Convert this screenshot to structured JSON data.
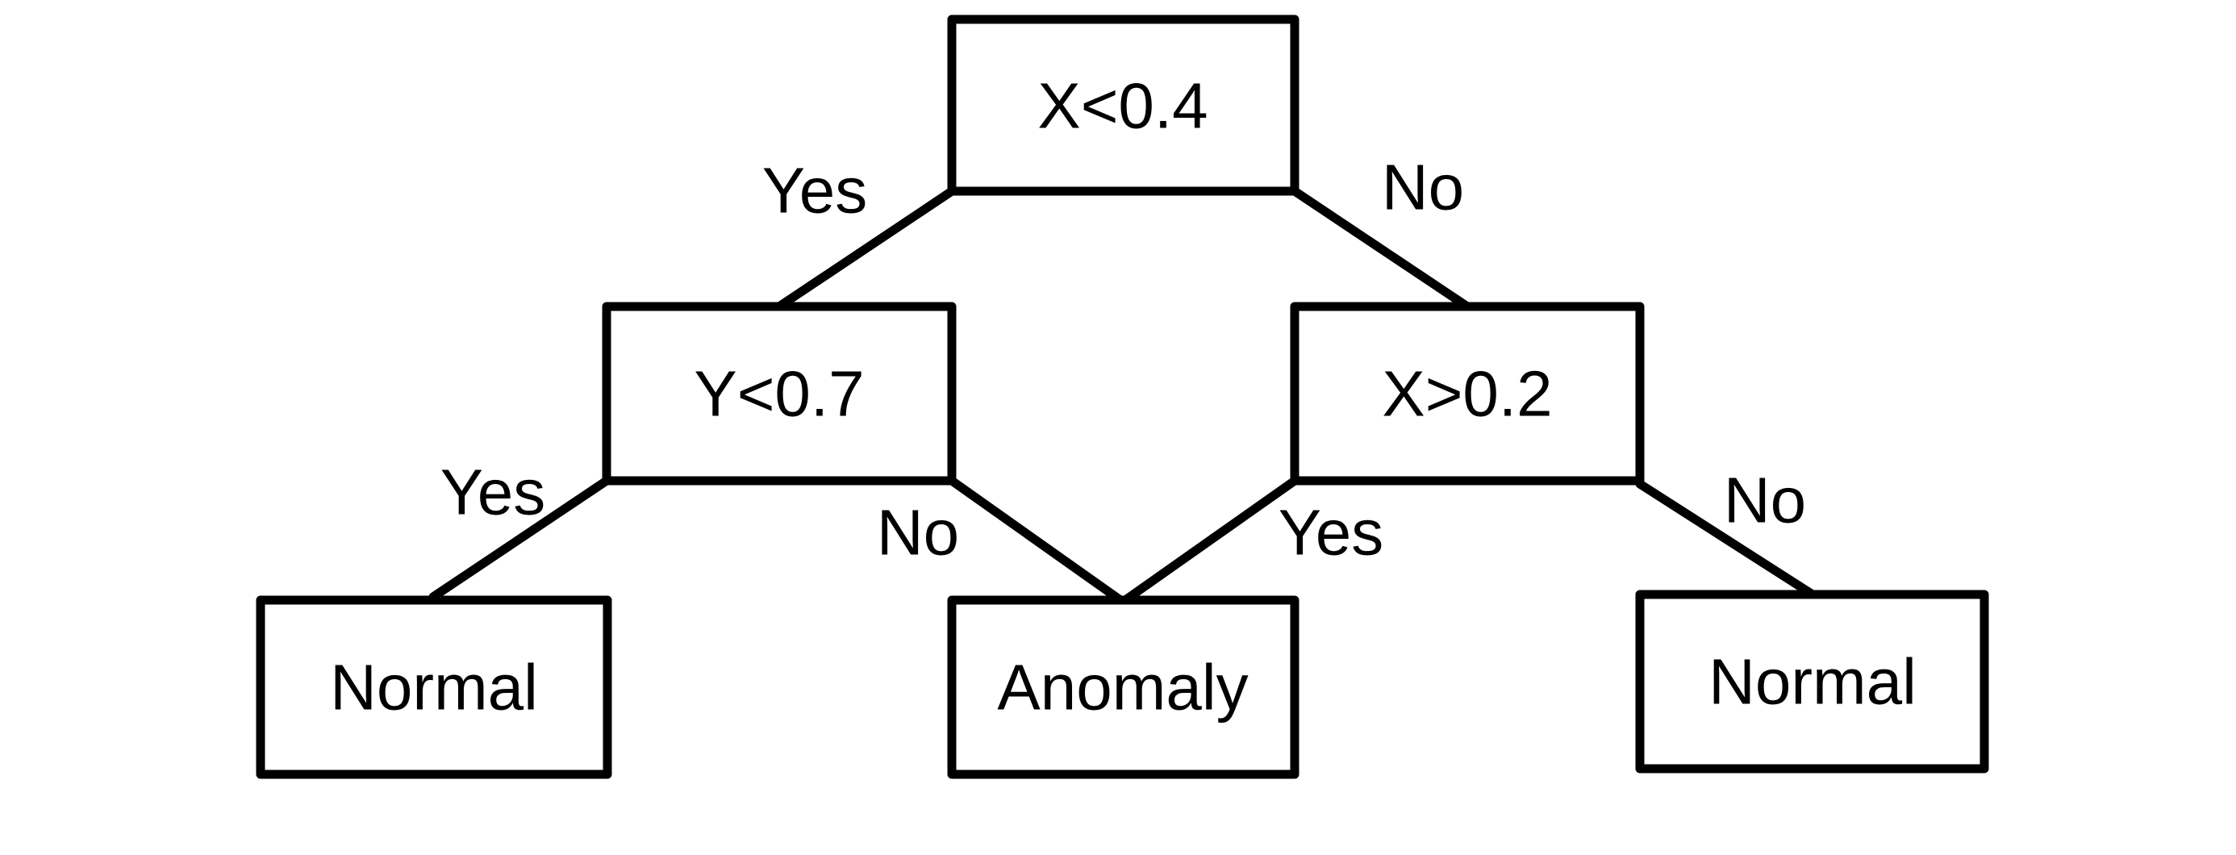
{
  "nodes": {
    "root": {
      "label": "X<0.4"
    },
    "left": {
      "label": "Y<0.7"
    },
    "right": {
      "label": "X>0.2"
    },
    "leaf_left": {
      "label": "Normal"
    },
    "leaf_middle": {
      "label": "Anomaly"
    },
    "leaf_right": {
      "label": "Normal"
    }
  },
  "edges": {
    "root_left": {
      "label": "Yes"
    },
    "root_right": {
      "label": "No"
    },
    "left_leaf_left": {
      "label": "Yes"
    },
    "left_leaf_middle": {
      "label": "No"
    },
    "right_leaf_middle": {
      "label": "Yes"
    },
    "right_leaf_right": {
      "label": "No"
    }
  },
  "colors": {
    "stroke": "#000000",
    "background": "#ffffff"
  }
}
